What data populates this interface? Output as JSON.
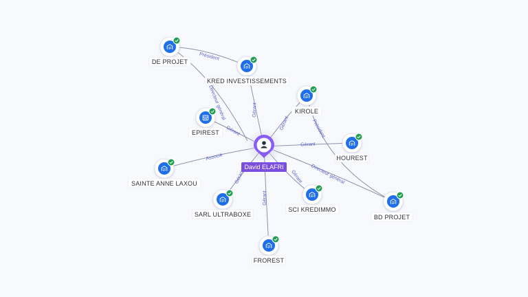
{
  "colors": {
    "person_accent": "#8a5cf6",
    "company_fill": "#1f6feb",
    "check_badge": "#1e9e50",
    "edge_label": "#5b63c9"
  },
  "center": {
    "name": "David ELAFRI",
    "icon": "person-icon"
  },
  "companies": [
    {
      "id": "de-projet",
      "name": "DE PROJET",
      "icon": "building-icon"
    },
    {
      "id": "kred-investissements",
      "name": "KRED INVESTISSEMENTS",
      "icon": "building-icon"
    },
    {
      "id": "kirole",
      "name": "KIROLE",
      "icon": "building-icon"
    },
    {
      "id": "epirest",
      "name": "EPIREST",
      "icon": "store-icon"
    },
    {
      "id": "hourest",
      "name": "HOUREST",
      "icon": "building-icon"
    },
    {
      "id": "sainte-anne-laxou",
      "name": "SAINTE ANNE LAXOU",
      "icon": "building-icon"
    },
    {
      "id": "sarl-ultraboxe",
      "name": "SARL ULTRABOXE",
      "icon": "building-icon"
    },
    {
      "id": "sci-kredimmo",
      "name": "SCI KREDIMMO",
      "icon": "building-icon"
    },
    {
      "id": "bd-projet",
      "name": "BD PROJET",
      "icon": "building-icon"
    },
    {
      "id": "frorest",
      "name": "FROREST",
      "icon": "building-icon"
    }
  ],
  "relations": [
    {
      "from": "center",
      "to": "de-projet",
      "label": "Directeur général"
    },
    {
      "from": "kred-investissements",
      "to": "de-projet",
      "label": "Président"
    },
    {
      "from": "center",
      "to": "kred-investissements",
      "label": "Gérant"
    },
    {
      "from": "center",
      "to": "kirole",
      "label": "Gérant"
    },
    {
      "from": "center",
      "to": "epirest",
      "label": "Gérant"
    },
    {
      "from": "center",
      "to": "hourest",
      "label": "Gérant"
    },
    {
      "from": "center",
      "to": "sainte-anne-laxou",
      "label": "Associé"
    },
    {
      "from": "center",
      "to": "sarl-ultraboxe",
      "label": "Gérant"
    },
    {
      "from": "center",
      "to": "sci-kredimmo",
      "label": "Gérant"
    },
    {
      "from": "center",
      "to": "frorest",
      "label": "Gérant"
    },
    {
      "from": "center",
      "to": "bd-projet",
      "label": "Directeur général"
    },
    {
      "from": "kirole",
      "to": "bd-projet",
      "label": "Président"
    }
  ]
}
